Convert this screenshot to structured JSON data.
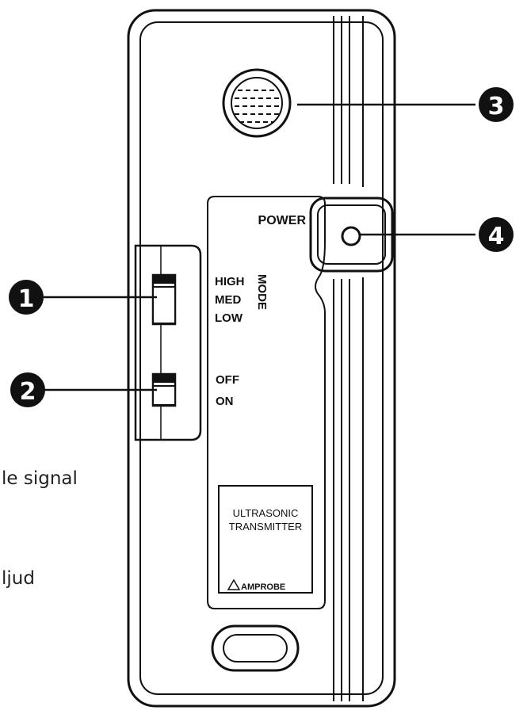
{
  "device": {
    "power_label": "POWER",
    "mode_label": "MODE",
    "mode_options": [
      "HIGH",
      "MED",
      "LOW"
    ],
    "switch_options": [
      "OFF",
      "ON"
    ],
    "product_name_line1": "ULTRASONIC",
    "product_name_line2": "TRANSMITTER",
    "brand": "AMPROBE"
  },
  "callouts": [
    "1",
    "2",
    "3",
    "4"
  ],
  "side_text": [
    "le signal",
    "ljud"
  ]
}
